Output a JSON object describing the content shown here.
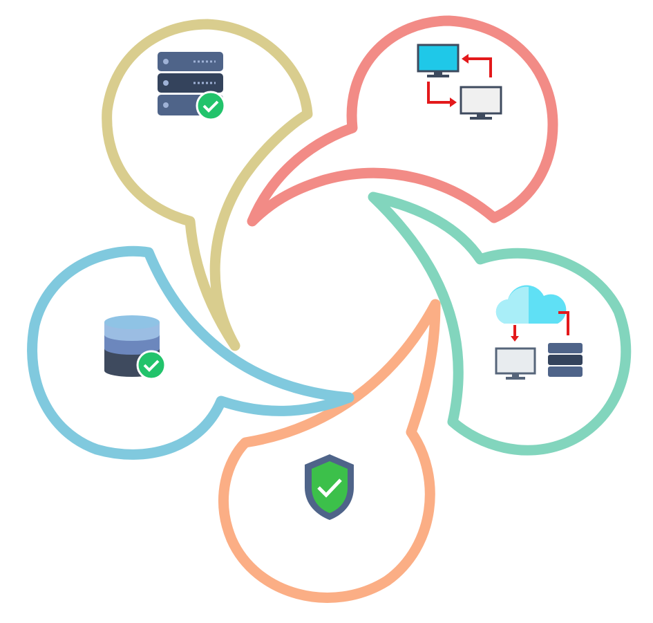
{
  "diagram": {
    "petals": [
      {
        "id": "server-check",
        "color": "#D9CD8E",
        "icon": "server-rack-check-icon"
      },
      {
        "id": "computer-sync",
        "color": "#F28B86",
        "icon": "computer-transfer-icon"
      },
      {
        "id": "cloud-backup",
        "color": "#82D5BD",
        "icon": "cloud-server-computer-icon"
      },
      {
        "id": "security",
        "color": "#FBAE85",
        "icon": "shield-check-icon"
      },
      {
        "id": "database-check",
        "color": "#80C9DE",
        "icon": "database-check-icon"
      }
    ],
    "check_color": "#22C36B",
    "arrow_color": "#E3191B"
  }
}
